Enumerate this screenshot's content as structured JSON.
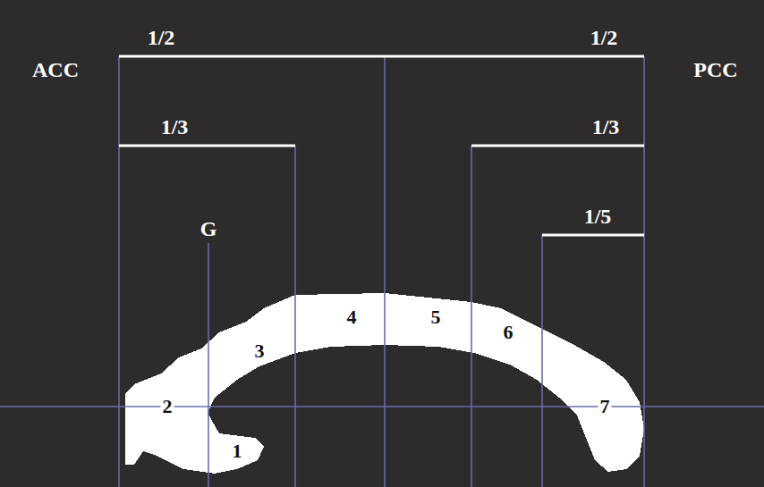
{
  "diagram": {
    "labels": [
      "1/2",
      "1/2",
      "ACC",
      "PCC",
      "1/3",
      "1/3",
      "1/5",
      "G",
      "1",
      "2",
      "3",
      "4",
      "5",
      "6",
      "7"
    ]
  }
}
